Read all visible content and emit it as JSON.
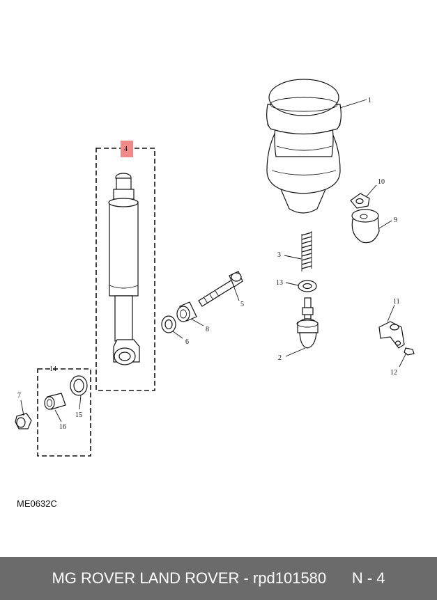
{
  "diagram_code": "ME0632C",
  "callouts": {
    "c1": "1",
    "c2": "2",
    "c3": "3",
    "c4": "4",
    "c5": "5",
    "c6": "6",
    "c7": "7",
    "c8": "8",
    "c9": "9",
    "c10": "10",
    "c11": "11",
    "c12": "12",
    "c13": "13",
    "c14": "14",
    "c15": "15",
    "c16": "16"
  },
  "highlight_color": "#f08a8a",
  "footer": {
    "brand": "MG ROVER LAND ROVER - rpd101580",
    "ref": "N - 4"
  }
}
